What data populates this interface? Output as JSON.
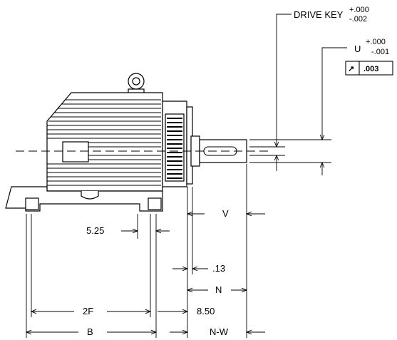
{
  "labels": {
    "drive_key": "DRIVE KEY",
    "drive_key_tol_plus": "+.000",
    "drive_key_tol_minus": "-.002",
    "u": "U",
    "u_tol_plus": "+.000",
    "u_tol_minus": "-.001",
    "runout_symbol": "↗",
    "runout_value": ".003",
    "v": "V",
    "dim_5_25": "5.25",
    "dim_13": ".13",
    "n": "N",
    "two_f": "2F",
    "dim_8_50": "8.50",
    "b": "B",
    "n_w": "N-W"
  },
  "colors": {
    "line": "#000000",
    "background": "#ffffff"
  }
}
